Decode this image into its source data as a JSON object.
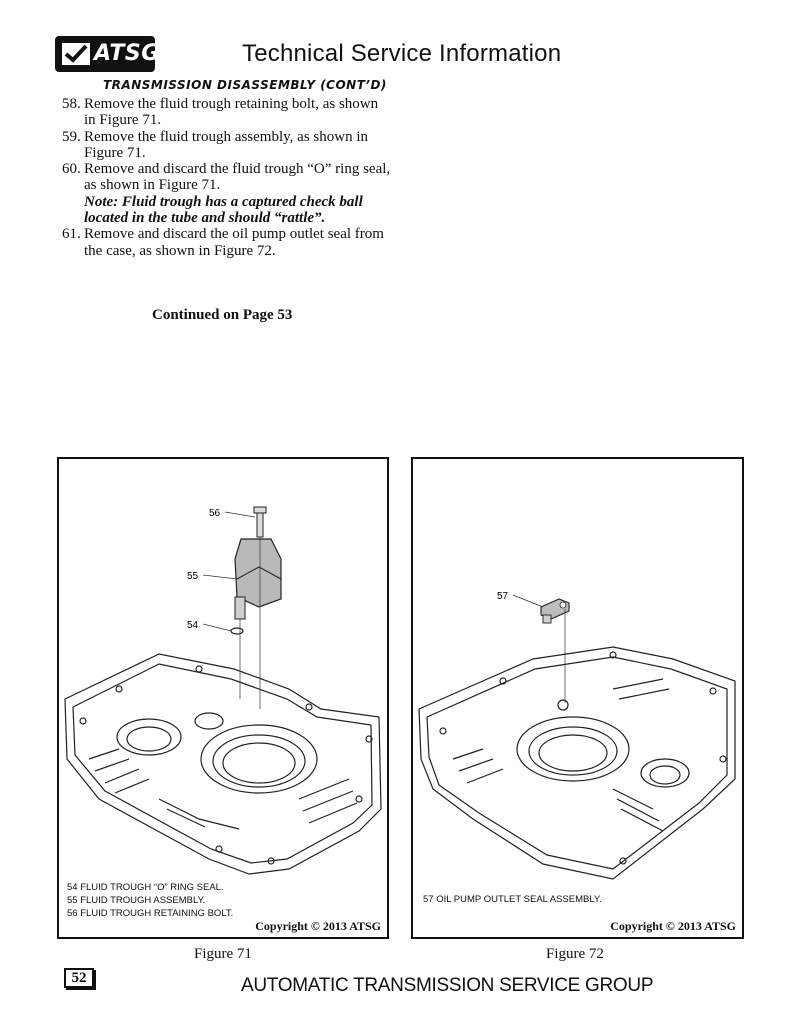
{
  "header": {
    "logo_text": "ATSG",
    "title": "Technical Service Information"
  },
  "section": {
    "heading": "TRANSMISSION DISASSEMBLY (CONT’D)"
  },
  "steps": [
    {
      "num": "58.",
      "text": "Remove the fluid trough retaining bolt, as shown in Figure 71."
    },
    {
      "num": "59.",
      "text": "Remove the fluid trough assembly, as shown in Figure 71."
    },
    {
      "num": "60.",
      "text": "Remove and discard the fluid trough “O” ring seal, as shown in Figure 71.",
      "note": "Note: Fluid trough has a captured check ball located in the tube and should “rattle”."
    },
    {
      "num": "61.",
      "text": "Remove and discard the oil pump outlet seal from the case, as shown in Figure 72."
    }
  ],
  "continued": "Continued on Page 53",
  "figures": {
    "fig71": {
      "callouts": [
        "56",
        "55",
        "54"
      ],
      "legend": [
        "54  FLUID TROUGH “O” RING SEAL.",
        "55  FLUID TROUGH ASSEMBLY.",
        "56  FLUID TROUGH RETAINING BOLT."
      ],
      "copyright": "Copyright © 2013 ATSG",
      "caption": "Figure 71"
    },
    "fig72": {
      "callouts": [
        "57"
      ],
      "legend": [
        "57  OIL PUMP OUTLET SEAL ASSEMBLY."
      ],
      "copyright": "Copyright © 2013 ATSG",
      "caption": "Figure 72"
    }
  },
  "footer": {
    "page_number": "52",
    "text": "AUTOMATIC TRANSMISSION SERVICE GROUP"
  }
}
